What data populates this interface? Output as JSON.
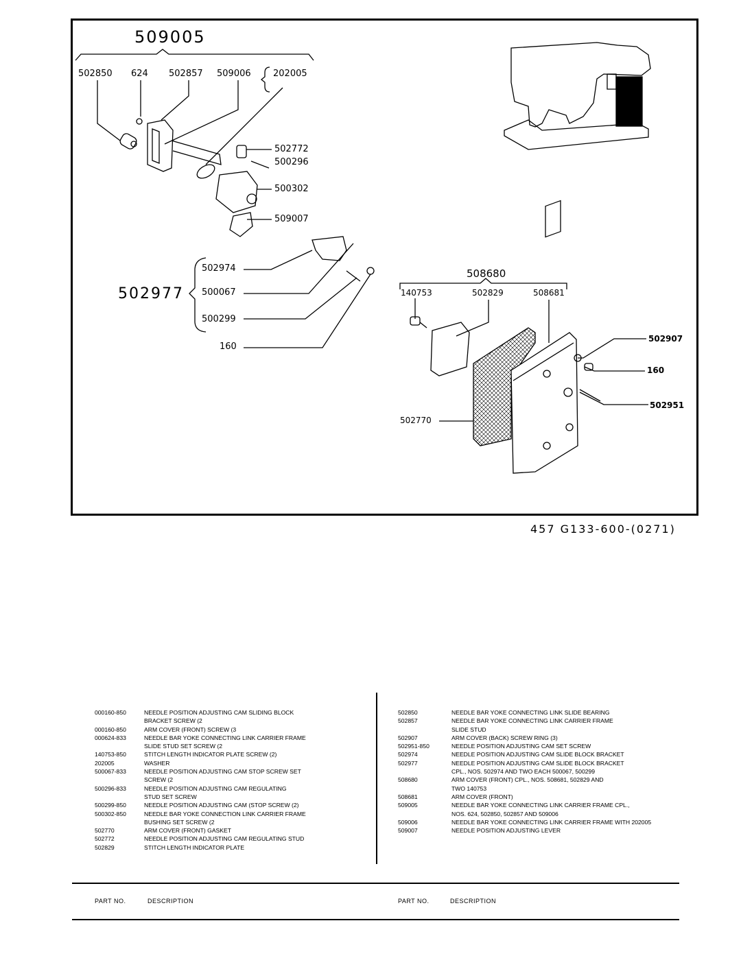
{
  "diagram": {
    "assembly_top": "509005",
    "labels_top_row": [
      "502850",
      "624",
      "502857",
      "509006",
      "202005"
    ],
    "labels_right": [
      "502772",
      "500296",
      "500302",
      "509007"
    ],
    "group_502977": {
      "label": "502977",
      "items": [
        "502974",
        "500067",
        "500299"
      ],
      "extra": "160"
    },
    "assembly_right": {
      "label": "508680",
      "items": [
        "140753",
        "502829",
        "508681"
      ],
      "side_labels": [
        "502907",
        "160",
        "502951"
      ],
      "gasket": "502770"
    },
    "drawing_code": "457 G133-600-(0271)"
  },
  "parts_left": [
    {
      "part": "000160-850",
      "desc": "NEEDLE POSITION ADJUSTING CAM SLIDING BLOCK\nBRACKET SCREW (2"
    },
    {
      "part": "000160-850",
      "desc": "ARM COVER (FRONT) SCREW (3"
    },
    {
      "part": "000624-833",
      "desc": "NEEDLE BAR YOKE CONNECTING LINK CARRIER FRAME\nSLIDE STUD SET SCREW (2"
    },
    {
      "part": "140753-850",
      "desc": "STITCH LENGTH INDICATOR PLATE SCREW (2)"
    },
    {
      "part": "202005",
      "desc": "WASHER"
    },
    {
      "part": "500067-833",
      "desc": "NEEDLE POSITION ADJUSTING CAM STOP SCREW SET\nSCREW (2"
    },
    {
      "part": "500296-833",
      "desc": "NEEDLE POSITION ADJUSTING CAM REGULATING\nSTUD SET SCREW"
    },
    {
      "part": "500299-850",
      "desc": "NEEDLE POSITION ADJUSTING CAM (STOP SCREW (2)"
    },
    {
      "part": "500302-850",
      "desc": "NEEDLE BAR YOKE CONNECTION LINK CARRIER FRAME\nBUSHING SET SCREW (2"
    },
    {
      "part": "502770",
      "desc": "ARM COVER (FRONT) GASKET"
    },
    {
      "part": "502772",
      "desc": "NEEDLE POSITION ADJUSTING CAM REGULATING STUD"
    },
    {
      "part": "502829",
      "desc": "STITCH LENGTH INDICATOR PLATE"
    }
  ],
  "parts_right": [
    {
      "part": "502850",
      "desc": "NEEDLE BAR YOKE CONNECTING LINK SLIDE BEARING"
    },
    {
      "part": "502857",
      "desc": "NEEDLE BAR YOKE CONNECTING LINK CARRIER FRAME\nSLIDE STUD"
    },
    {
      "part": "502907",
      "desc": "ARM COVER (BACK) SCREW RING (3)"
    },
    {
      "part": "502951-850",
      "desc": "NEEDLE POSITION ADJUSTING CAM SET SCREW"
    },
    {
      "part": "502974",
      "desc": "NEEDLE POSITION ADJUSTING CAM SLIDE BLOCK BRACKET"
    },
    {
      "part": "502977",
      "desc": "NEEDLE POSITION ADJUSTING CAM SLIDE BLOCK BRACKET\nCPL., NOS. 502974 AND TWO EACH 500067, 500299"
    },
    {
      "part": "508680",
      "desc": "ARM COVER (FRONT) CPL., NOS. 508681, 502829 AND\nTWO 140753"
    },
    {
      "part": "508681",
      "desc": "ARM COVER (FRONT)"
    },
    {
      "part": "509005",
      "desc": "NEEDLE BAR YOKE CONNECTING LINK CARRIER FRAME CPL.,\nNOS. 624, 502850, 502857 AND 509006"
    },
    {
      "part": "509006",
      "desc": "NEEDLE BAR YOKE CONNECTING LINK CARRIER FRAME WITH 202005"
    },
    {
      "part": "509007",
      "desc": "NEEDLE POSITION ADJUSTING LEVER"
    }
  ],
  "footer": {
    "part_no_left": "PART NO.",
    "description_left": "DESCRIPTION",
    "part_no_right": "PART NO.",
    "description_right": "DESCRIPTION"
  }
}
